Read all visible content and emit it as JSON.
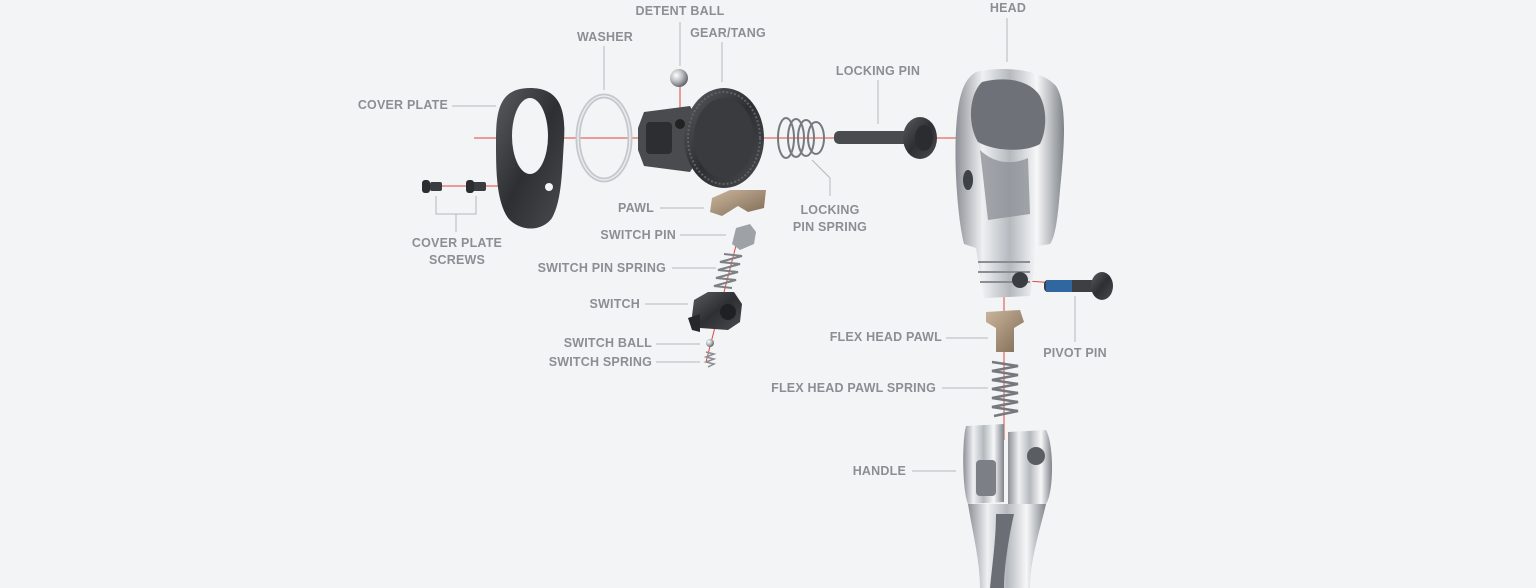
{
  "labels": {
    "detent_ball": "DETENT BALL",
    "head": "HEAD",
    "washer": "WASHER",
    "gear_tang": "GEAR/TANG",
    "locking_pin": "LOCKING PIN",
    "cover_plate": "COVER PLATE",
    "pawl": "PAWL",
    "locking_pin_spring_1": "LOCKING",
    "locking_pin_spring_2": "PIN SPRING",
    "switch_pin": "SWITCH PIN",
    "cover_plate_screws_1": "COVER PLATE",
    "cover_plate_screws_2": "SCREWS",
    "switch_pin_spring": "SWITCH PIN SPRING",
    "switch": "SWITCH",
    "flex_head_pawl": "FLEX HEAD PAWL",
    "switch_ball": "SWITCH BALL",
    "pivot_pin": "PIVOT PIN",
    "switch_spring": "SWITCH SPRING",
    "flex_head_pawl_spring": "FLEX HEAD PAWL SPRING",
    "handle": "HANDLE"
  },
  "colors": {
    "background": "#f3f4f6",
    "label_text": "#8b8e93",
    "leader_line": "#b6b9bd",
    "axis_line": "#e0463a",
    "dark_part": "#3b3c3f",
    "chrome_part": "#c9ccd0",
    "bronze_part": "#a8927a",
    "blue_thread": "#2f6fb0"
  }
}
